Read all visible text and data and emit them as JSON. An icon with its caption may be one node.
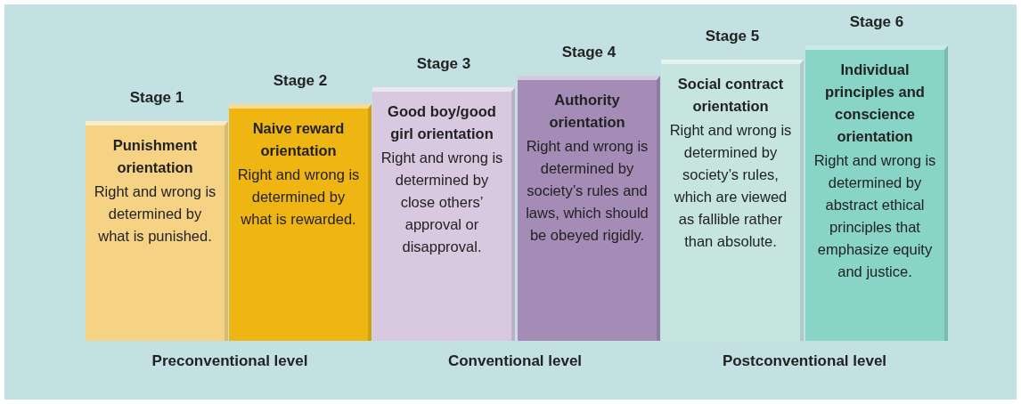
{
  "diagram": {
    "nodes": [
      {
        "text": [
          "Stage 1",
          "Punishment orientation",
          "Right and wrong is determined by what is punished."
        ]
      },
      {
        "text": [
          "Stage 2",
          "Naive reward orientation",
          "Right and wrong is determined by what is rewarded."
        ]
      },
      {
        "text": [
          "Stage 3",
          "Good boy/good girl orientation",
          "Right and wrong is determined by close others’ approval or disapproval."
        ]
      },
      {
        "text": [
          "Stage 4",
          "Authority orientation",
          "Right and wrong is determined by society’s rules and laws, which should be obeyed rigidly."
        ]
      },
      {
        "text": [
          "Stage 5",
          "Social contract orientation",
          "Right and wrong is determined by society’s rules, which are viewed as fallible rather than absolute."
        ]
      },
      {
        "text": [
          "Stage 6",
          "Individual principles and conscience orientation",
          "Right and wrong is determined by abstract ethical principles that emphasize equity and justice."
        ]
      }
    ],
    "labels": [
      "Preconventional level",
      "Conventional level",
      "Postconventional level"
    ]
  }
}
